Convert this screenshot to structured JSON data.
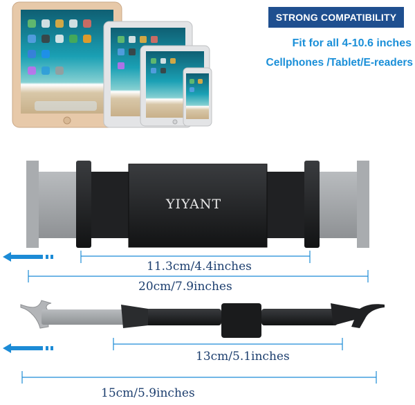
{
  "header": {
    "badge_label": "STRONG COMPATIBILITY",
    "line1": "Fit for all 4-10.6 inches",
    "line2": "Cellphones /Tablet/E-readers"
  },
  "product": {
    "brand": "YIYANT"
  },
  "dimensions": {
    "holder_min": "11.3cm/4.4inches",
    "holder_max": "20cm/7.9inches",
    "rod_min": "13cm/5.1inches",
    "rod_max": "15cm/5.9inches"
  },
  "colors": {
    "accent": "#1a8fd8",
    "badge_bg": "#1f4f8f",
    "label_text": "#1c3e6e",
    "device_gold": "#e7c9a9",
    "device_silver": "#e3e4e6"
  },
  "icons": {
    "arrow": "left-arrow-icon"
  }
}
